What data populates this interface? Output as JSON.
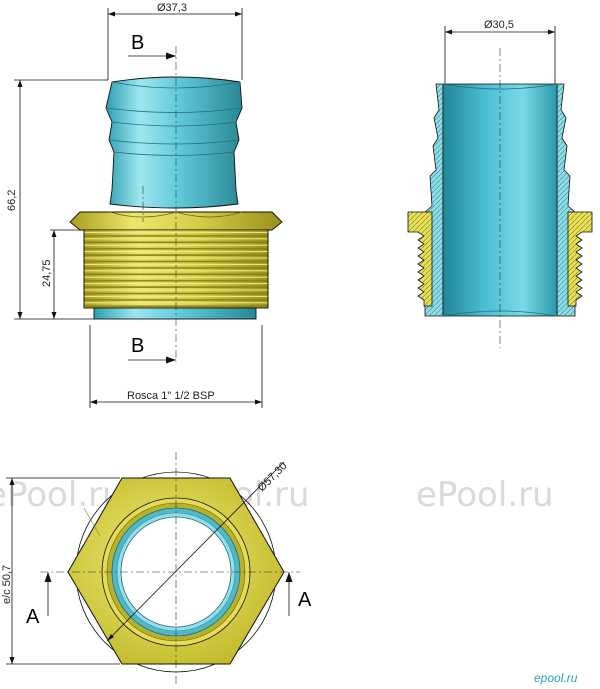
{
  "dimensions": {
    "top_diameter": "Ø37,3",
    "inner_diameter": "Ø30,5",
    "total_height": "66,2",
    "thread_height": "24,75",
    "thread_spec": "Rosca 1\" 1/2 BSP",
    "outer_diameter": "Ø57,30",
    "across_flats": "e/c 50,7"
  },
  "section_labels": {
    "b_top": "B",
    "b_bottom": "B",
    "a_left": "A",
    "a_right": "A"
  },
  "watermarks": [
    "ePool.ru",
    "ePool.ru",
    "ePool.ru"
  ],
  "corner_watermark": "epool.ru",
  "colors": {
    "body_cyan": "#5ec8d8",
    "thread_yellow": "#d8d24a",
    "outline": "#111111"
  }
}
